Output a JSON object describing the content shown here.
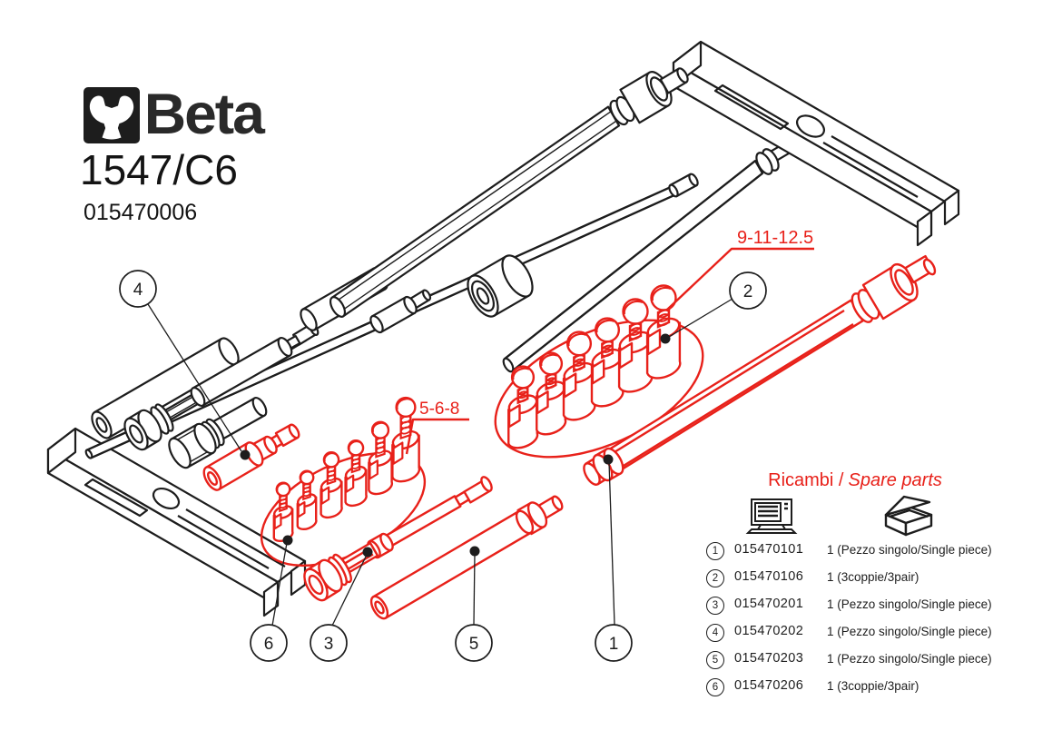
{
  "colors": {
    "red": "#e8211a",
    "ink": "#1d1d1d"
  },
  "branding": {
    "logo_text": "Beta",
    "model": "1547/C6",
    "product_code": "015470006"
  },
  "drawing": {
    "labels": {
      "large_group": "9-11-12.5",
      "small_group": "5-6-8"
    },
    "callouts": [
      "1",
      "2",
      "3",
      "4",
      "5",
      "6"
    ]
  },
  "spare_parts": {
    "title_left": "Ricambi /",
    "title_right": "Spare parts",
    "icons": [
      "computer-icon",
      "box-icon"
    ],
    "rows": [
      {
        "num": "1",
        "code": "015470101",
        "qty": "1 (Pezzo singolo/Single piece)"
      },
      {
        "num": "2",
        "code": "015470106",
        "qty": "1 (3coppie/3pair)"
      },
      {
        "num": "3",
        "code": "015470201",
        "qty": "1 (Pezzo singolo/Single piece)"
      },
      {
        "num": "4",
        "code": "015470202",
        "qty": "1 (Pezzo singolo/Single piece)"
      },
      {
        "num": "5",
        "code": "015470203",
        "qty": "1 (Pezzo singolo/Single piece)"
      },
      {
        "num": "6",
        "code": "015470206",
        "qty": "1 (3coppie/3pair)"
      }
    ]
  }
}
